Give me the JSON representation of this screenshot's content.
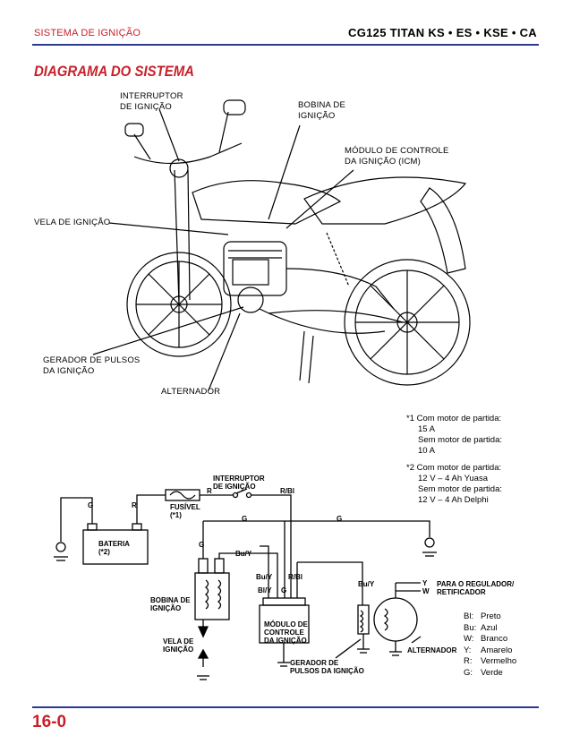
{
  "header": {
    "section": "SISTEMA DE IGNIÇÃO",
    "model": "CG125 TITAN KS • ES • KSE • CA"
  },
  "title": "DIAGRAMA DO SISTEMA",
  "moto_labels": {
    "interruptor_l1": "INTERRUPTOR",
    "interruptor_l2": "DE IGNIÇÃO",
    "bobina_l1": "BOBINA DE",
    "bobina_l2": "IGNIÇÃO",
    "modulo_l1": "MÓDULO DE CONTROLE",
    "modulo_l2": "DA IGNIÇÃO (ICM)",
    "vela": "VELA DE IGNIÇÃO",
    "gerador_l1": "GERADOR DE PULSOS",
    "gerador_l2": "DA IGNIÇÃO",
    "alternador": "ALTERNADOR"
  },
  "notes": [
    {
      "mark": "*1",
      "lines": [
        "Com motor de partida:",
        "15 A",
        "Sem motor de partida:",
        "10 A"
      ]
    },
    {
      "mark": "*2",
      "lines": [
        "Com motor de partida:",
        "12 V – 4 Ah Yuasa",
        "Sem motor de partida:",
        "12 V – 4 Ah Delphi"
      ]
    }
  ],
  "wiring_labels": {
    "interruptor_l1": "INTERRUPTOR",
    "interruptor_l2": "DE IGNIÇÃO",
    "fusivel": "FUSÍVEL",
    "fusivel_note": "(*1)",
    "bateria": "BATERIA",
    "bateria_note": "(*2)",
    "bobina_l1": "BOBINA DE",
    "bobina_l2": "IGNIÇÃO",
    "vela_l1": "VELA DE",
    "vela_l2": "IGNIÇÃO",
    "modulo_l1": "MÓDULO DE",
    "modulo_l2": "CONTROLE",
    "modulo_l3": "DA IGNIÇÃO",
    "gerador_l1": "GERADOR DE",
    "gerador_l2": "PULSOS DA IGNIÇÃO",
    "alternador": "ALTERNADOR",
    "regulador_l1": "PARA O REGULADOR/",
    "regulador_l2": "RETIFICADOR",
    "w_g1": "G",
    "w_r1": "R",
    "w_r2": "R",
    "w_rbl1": "R/Bl",
    "w_g2": "G",
    "w_g3": "G",
    "w_g4": "G",
    "w_buy1": "Bu/Y",
    "w_buy2": "Bu/Y",
    "w_rbl2": "R/Bl",
    "w_bly": "Bl/Y",
    "w_g5": "G",
    "w_buy3": "Bu/Y",
    "w_y": "Y",
    "w_w": "W"
  },
  "legend": [
    {
      "code": "Bl:",
      "name": "Preto"
    },
    {
      "code": "Bu:",
      "name": "Azul"
    },
    {
      "code": "W:",
      "name": "Branco"
    },
    {
      "code": "Y:",
      "name": "Amarelo"
    },
    {
      "code": "R:",
      "name": "Vermelho"
    },
    {
      "code": "G:",
      "name": "Verde"
    }
  ],
  "page_number": "16-0",
  "colors": {
    "accent": "#c8202a",
    "rule": "#2b3a8f"
  }
}
